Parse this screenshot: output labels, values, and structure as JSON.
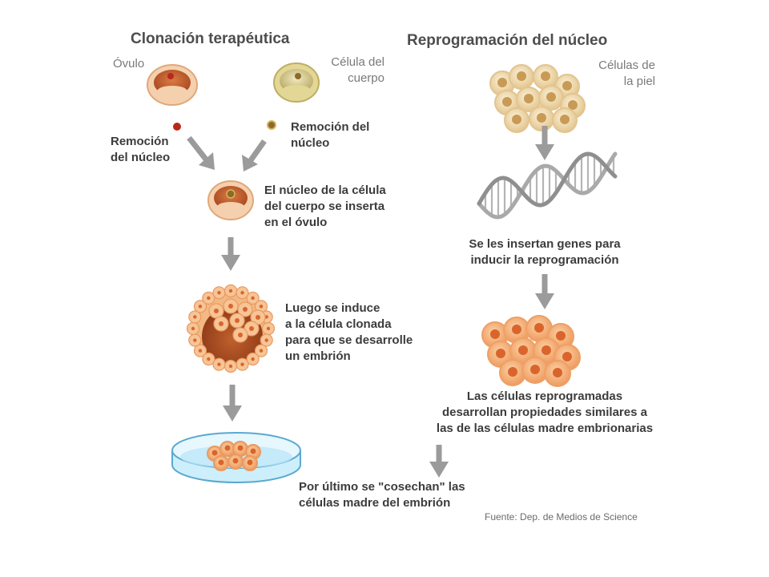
{
  "left": {
    "title": "Clonación terapéutica",
    "ovum_label": "Óvulo",
    "body_cell_label_1": "Célula del",
    "body_cell_label_2": "cuerpo",
    "removal_left_1": "Remoción",
    "removal_left_2": "del núcleo",
    "removal_right_1": "Remoción del",
    "removal_right_2": "núcleo",
    "insert_1": "El núcleo de la célula",
    "insert_2": "del cuerpo se inserta",
    "insert_3": "en el óvulo",
    "embryo_1": "Luego se induce",
    "embryo_2": "a la célula clonada",
    "embryo_3": "para que se desarrolle",
    "embryo_4": "un embrión",
    "harvest_1": "Por último se \"cosechan\" las",
    "harvest_2": "células madre del embrión"
  },
  "right": {
    "title": "Reprogramación del núcleo",
    "skin_1": "Células de",
    "skin_2": "la piel",
    "genes_1": "Se les insertan genes para",
    "genes_2": "inducir la reprogramación",
    "result_1": "Las células reprogramadas",
    "result_2": "desarrollan propiedades similares a",
    "result_3": "las de las células madre embrionarias"
  },
  "source": "Fuente: Dep. de Medios de Science",
  "colors": {
    "arrow": "#9b9b9b",
    "ovum_ring": "#f2c8a0",
    "ovum_inner": "#c0602e",
    "body_cell": "#d9cc8a",
    "skin_cell": "#f1dcb0",
    "skin_nucleus": "#c99a55",
    "reprog_cell": "#f5b07a",
    "reprog_nucleus": "#d9652d",
    "nucleus_red": "#b9281d",
    "dish": "#bde6f7",
    "dna": "#a9a9a9"
  }
}
